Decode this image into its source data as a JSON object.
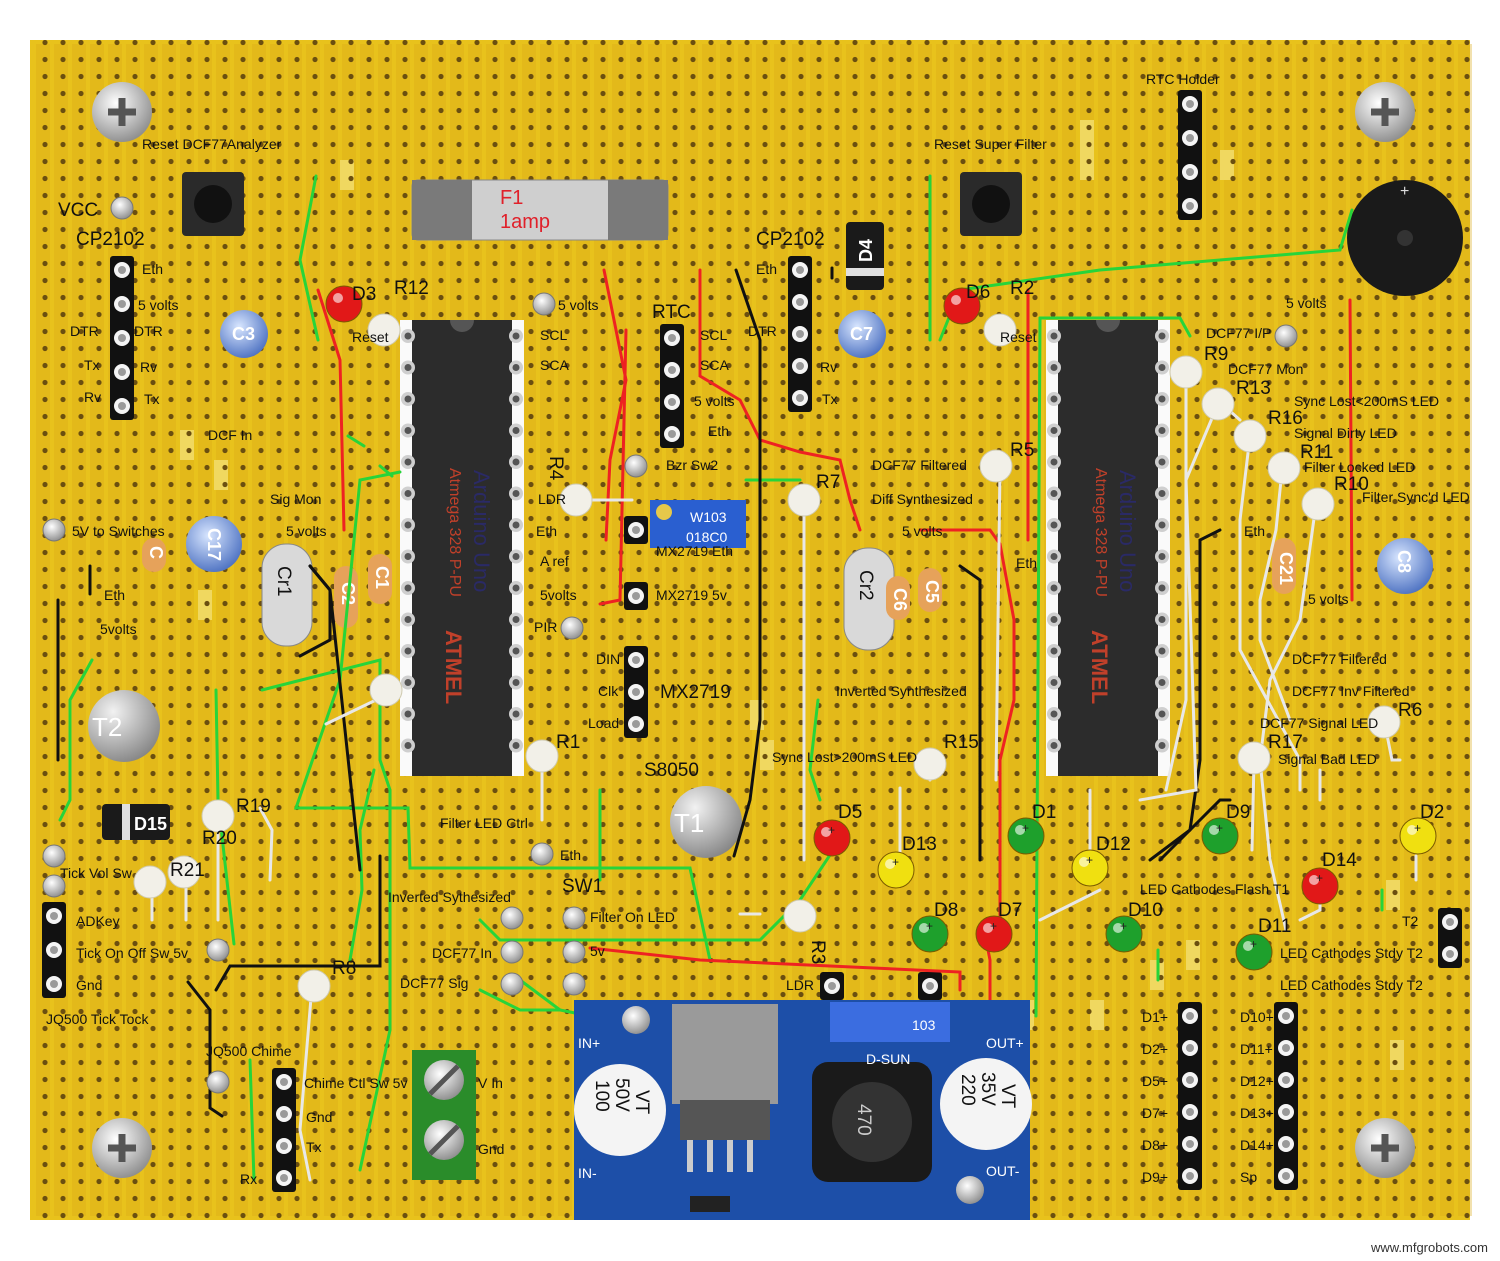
{
  "board": {
    "colors": {
      "board": "#e8c21c",
      "strip": "#d9a818",
      "hole": "#6b4f10",
      "chip": "#2c2c2c",
      "wire_green": "#27d43a",
      "wire_red": "#ee2222",
      "wire_black": "#111111",
      "wire_white": "#e8e8e8",
      "module": "#1d4fa8"
    }
  },
  "labels": {
    "reset_dcf": "Reset DCF77Analyzer",
    "reset_super": "Reset Super Filter",
    "rtc_holder": "RTC Holder",
    "vcc": "VCC",
    "cp2102_left": "CP2102",
    "cp2102_right": "CP2102",
    "eth_a": "Eth",
    "volts5_a": "5 volts",
    "dtr_a": "DTR",
    "dtr_b": "DTR",
    "tx_a": "Tx",
    "rv_a": "Rv",
    "rv_b": "Rv",
    "tx_b": "Tx",
    "d3": "D3",
    "r12": "R12",
    "reset_l": "Reset",
    "volts5_mid": "5 volts",
    "scl_l": "SCL",
    "sca_l": "SCA",
    "rtc": "RTC",
    "scl_r": "SCL",
    "sca_r": "SCA",
    "volts5_rtc": "5 volts",
    "eth_rtc": "Eth",
    "eth_cp": "Eth",
    "dtr_cp": "DTR",
    "rv_cp": "Rv",
    "tx_cp": "Tx",
    "d4": "D4",
    "d6": "D6",
    "r2": "R2",
    "reset_r": "Reset",
    "volts5_right": "5 volts",
    "dcf_ip": "DCF77 I/P",
    "r9": "R9",
    "dcf_mon": "DCF77 Mon",
    "r13": "R13",
    "sync_lost_200": "Sync Lost<200mS LED",
    "r16": "R16",
    "signal_dirty": "Signal Dirty LED",
    "r11": "R11",
    "filter_locked": "Filter Locked LED",
    "r10": "R10",
    "filter_synced": "Filter Sync'd LED",
    "dcf_in": "DCF In",
    "sig_mon": "Sig Mon",
    "volts5_sig": "5 volts",
    "v5_switches": "5V to Switches",
    "eth_left": "Eth",
    "volts5_left": "5volts",
    "r4": "R4",
    "ldr_l": "LDR",
    "eth_ldr": "Eth",
    "a_ref": "A ref",
    "volts5_pin": "5volts",
    "pir": "PIR",
    "bzr_sw2": "Bzr Sw2",
    "mx_eth": "MX2719 Eth",
    "mx_5v": "MX2719 5v",
    "din": "DIN",
    "clk": "Clk",
    "load": "Load",
    "mx2719": "MX2719",
    "dcf_filtered": "DCF77 Filtered",
    "diff_synth": "Diff Synthesized",
    "r7": "R7",
    "r5": "R5",
    "volts5_cr2": "5 volts",
    "eth_cr2": "Eth",
    "eth_r": "Eth",
    "volts5_r2": "5 volts",
    "dcf_filtered_2": "DCF77 Filtered",
    "dcf_inv_filtered": "DCF77 Inv Filtered",
    "r6": "R6",
    "dcf_signal_led": "DCF77 Signal LED",
    "r17": "R17",
    "signal_bad": "Signal Bad LED",
    "inverted_synth": "Inverted Synthesized",
    "sync_lost_gt": "Sync Lost>200mS LED",
    "r15": "R15",
    "r1": "R1",
    "s8050": "S8050",
    "filter_led_ctrl": "Filter LED Ctrl",
    "eth_sw": "Eth",
    "sw1": "SW1",
    "d5": "D5",
    "d13": "D13",
    "d1": "D1",
    "d12": "D12",
    "d9": "D9",
    "d2": "D2",
    "d14": "D14",
    "d8": "D8",
    "d7": "D7",
    "d10": "D10",
    "d11": "D11",
    "led_flash": "LED Cathodes Flash T1",
    "t2_lbl": "T2",
    "led_stdy_1": "LED Cathodes Stdy T2",
    "led_stdy_2": "LED Cathodes Stdy T2",
    "r19": "R19",
    "d15": "D15",
    "r20": "R20",
    "r21": "R21",
    "tick_vol": "Tick Vol Sw",
    "adkey": "ADKey",
    "tick_onoff": "Tick On Off Sw 5v",
    "gnd_l": "Gnd",
    "jq500_tick": "JQ500 Tick Tock",
    "r8": "R8",
    "inverted_synth_2": "Inverted Sythesized",
    "filter_on_led": "Filter On LED",
    "dcf_in_2": "DCF77 In",
    "v5_sw": "5v",
    "dcf_sig": "DCF77 Sig",
    "r3": "R3",
    "ldr_b": "LDR",
    "jq500_chime": "JQ500 Chime",
    "chime_ctl": "Chime Ctl Sw 5v",
    "gnd_c": "Gnd",
    "tx_c": "Tx",
    "rx_c": "Rx",
    "v_in": "V In",
    "gnd_v": "Gnd",
    "d_pins": [
      "D1+",
      "D2+",
      "D5+",
      "D7+",
      "D8+",
      "D9+"
    ],
    "d_pins_2": [
      "D10+",
      "D11+",
      "D12+",
      "D13+",
      "D14+",
      "Sp"
    ]
  },
  "components": {
    "fuse": {
      "name": "F1",
      "rating": "1amp"
    },
    "chip_left": {
      "line1": "Arduino Uno",
      "line2": "Atmega 328 P-PU",
      "logo": "ATMEL"
    },
    "chip_right": {
      "line1": "Arduino Uno",
      "line2": "Atmega 328 P-PU",
      "logo": "ATMEL"
    },
    "pot": {
      "code1": "W103",
      "code2": "018C0"
    },
    "c3": "C3",
    "c7": "C7",
    "c17": "C17",
    "c8": "C8",
    "cr1": "Cr1",
    "cr2": "Cr2",
    "c2": "C2",
    "c1": "C1",
    "c_small": "C",
    "c6": "C6",
    "c5": "C5",
    "c21": "C21",
    "t1": "T1",
    "t2": "T2",
    "buck": {
      "in_plus": "IN+",
      "in_minus": "IN-",
      "out_plus": "OUT+",
      "out_minus": "OUT-",
      "brand": "D-SUN",
      "pot_code": "103",
      "cap_left_1": "100",
      "cap_left_2": "50V",
      "cap_left_3": "VT",
      "cap_right_1": "220",
      "cap_right_2": "35V",
      "cap_right_3": "VT",
      "inductor": "470"
    }
  },
  "watermark": "www.mfgrobots.com"
}
